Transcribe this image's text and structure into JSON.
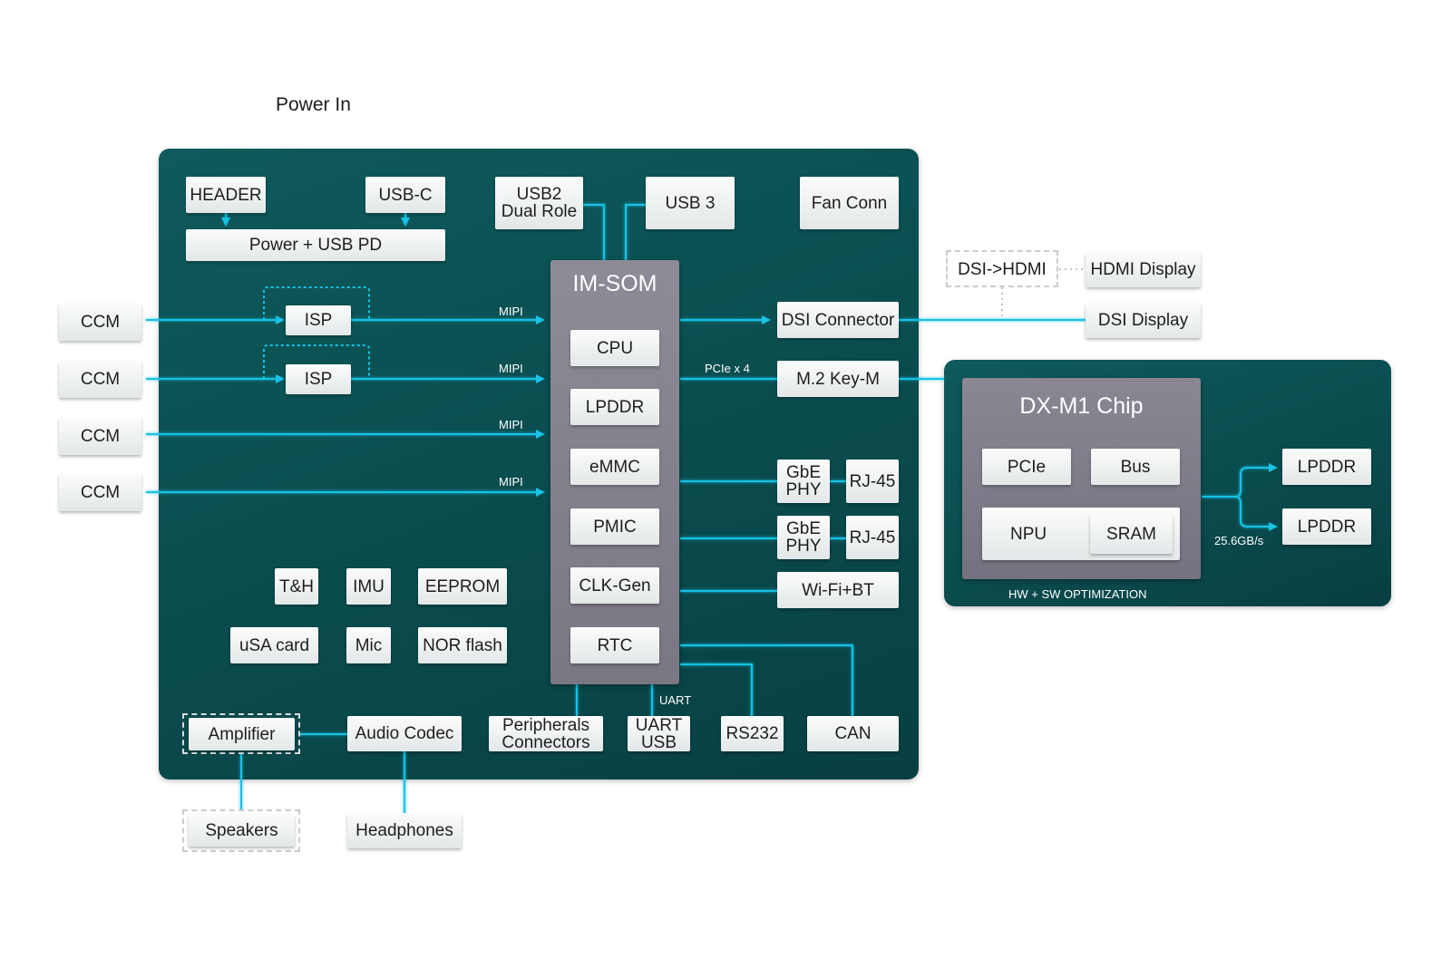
{
  "title": "Power In",
  "board": {
    "header": "HEADER",
    "usb_c": "USB-C",
    "power_pd": "Power + USB PD",
    "usb2": "USB2\nDual Role",
    "usb3": "USB 3",
    "fan": "Fan Conn",
    "isp": "ISP",
    "mipi": "MIPI",
    "pcie_x4": "PCIe x 4",
    "dsi_connector": "DSI Connector",
    "m2": "M.2 Key-M",
    "gbe_phy": "GbE\nPHY",
    "rj45": "RJ-45",
    "wifi_bt": "Wi-Fi+BT",
    "th": "T&H",
    "imu": "IMU",
    "eeprom": "EEPROM",
    "usa_card": "uSA card",
    "mic": "Mic",
    "nor_flash": "NOR flash",
    "amplifier": "Amplifier",
    "audio_codec": "Audio Codec",
    "peripherals": "Peripherals\nConnectors",
    "uart_label": "UART",
    "uart_usb": "UART\nUSB",
    "rs232": "RS232",
    "can": "CAN"
  },
  "som": {
    "title": "IM-SOM",
    "items": [
      "CPU",
      "LPDDR",
      "eMMC",
      "PMIC",
      "CLK-Gen",
      "RTC"
    ]
  },
  "ccm": "CCM",
  "external": {
    "dsi_hdmi": "DSI->HDMI",
    "hdmi_display": "HDMI Display",
    "dsi_display": "DSI Display",
    "speakers": "Speakers",
    "headphones": "Headphones"
  },
  "dx": {
    "title": "DX-M1 Chip",
    "pcie": "PCIe",
    "bus": "Bus",
    "npu": "NPU",
    "sram": "SRAM",
    "lpddr": "LPDDR",
    "bandwidth": "25.6GB/s",
    "caption": "HW + SW OPTIMIZATION"
  },
  "colors": {
    "board": "#0a4c4e",
    "line": "#19c2e6",
    "som": "#84818d"
  }
}
